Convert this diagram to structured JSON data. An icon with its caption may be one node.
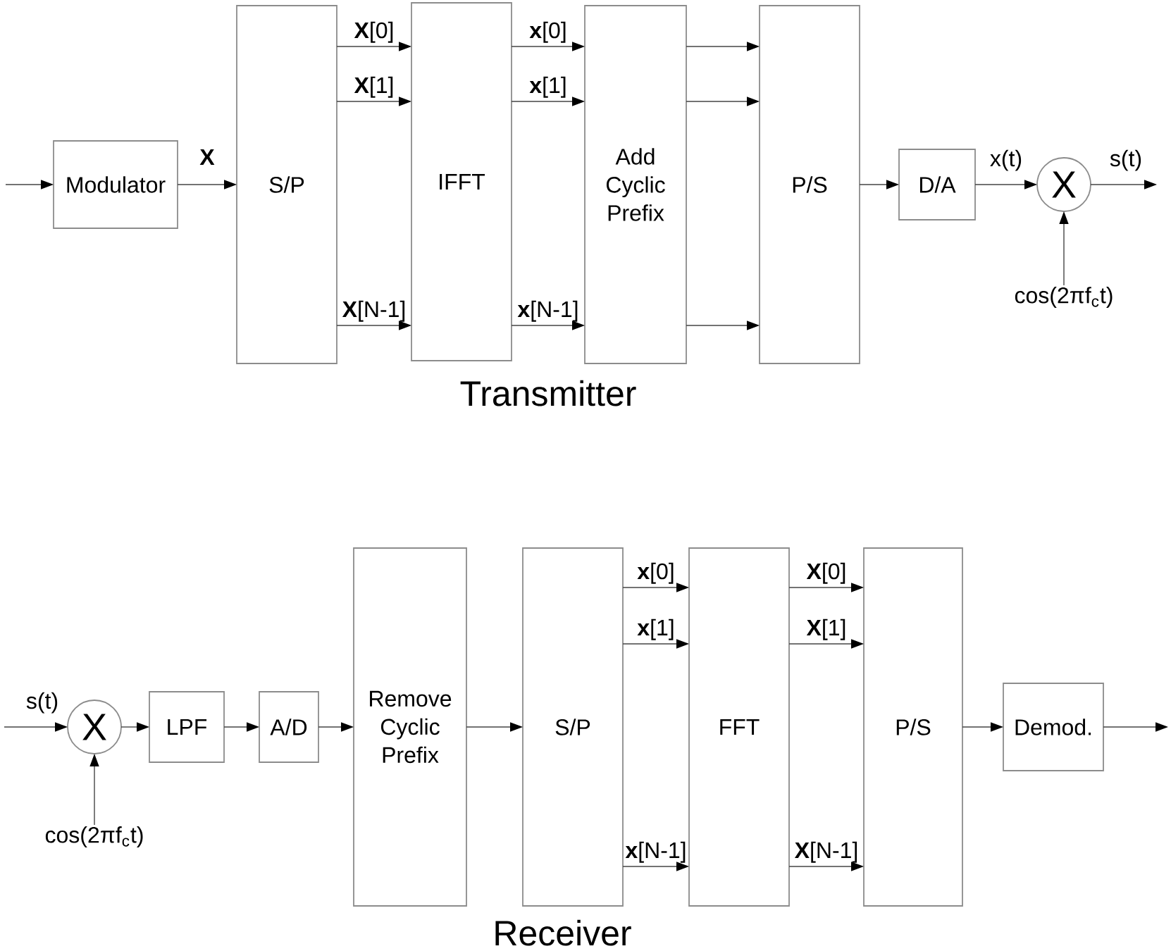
{
  "diagram": {
    "nodes": [
      {
        "text": [
          "Modulator"
        ]
      },
      {
        "text": [
          "S/P"
        ]
      },
      {
        "text": [
          "IFFT"
        ]
      },
      {
        "text": [
          "Add Cyclic Prefix"
        ]
      },
      {
        "text": [
          "P/S"
        ]
      },
      {
        "text": [
          "D/A"
        ]
      },
      {
        "text": [
          "X"
        ]
      },
      {
        "text": [
          "cos(2πf$_{c}$t)"
        ]
      },
      {
        "text": [
          "X"
        ]
      },
      {
        "text": [
          "cos(2πf$_{c}$t)"
        ]
      },
      {
        "text": [
          "LPF"
        ]
      },
      {
        "text": [
          "A/D"
        ]
      },
      {
        "text": [
          "Remove Cyclic Prefix"
        ]
      },
      {
        "text": [
          "S/P"
        ]
      },
      {
        "text": [
          "FFT"
        ]
      },
      {
        "text": [
          "P/S"
        ]
      },
      {
        "text": [
          "Demod."
        ]
      }
    ],
    "edges": [
      {
        "from": null,
        "to": 0,
        "arrow": "to"
      },
      {
        "from": 0,
        "to": 1,
        "arrow": "to",
        "label": "X"
      },
      {
        "from": 1,
        "to": 2,
        "arrow": "to",
        "label": "**X**[0]"
      },
      {
        "from": 1,
        "to": 2,
        "arrow": "to",
        "label": "**X**[1]"
      },
      {
        "from": 1,
        "to": 2,
        "arrow": "to",
        "label": "**X**[N-1]"
      },
      {
        "from": 2,
        "to": 3,
        "arrow": "to",
        "label": "**x**[0]"
      },
      {
        "from": 2,
        "to": 3,
        "arrow": "to",
        "label": "**x**[1]"
      },
      {
        "from": 2,
        "to": 3,
        "arrow": "to",
        "label": "**x**[N-1]"
      },
      {
        "from": 3,
        "to": 4,
        "arrow": "to"
      },
      {
        "from": 3,
        "to": 4,
        "arrow": "to"
      },
      {
        "from": 3,
        "to": 4,
        "arrow": "to"
      },
      {
        "from": 4,
        "to": 5,
        "arrow": "to"
      },
      {
        "from": 5,
        "to": 6,
        "arrow": "to",
        "label": "x(t)"
      },
      {
        "from": 6,
        "to": null,
        "arrow": "to",
        "label": "s(t)"
      },
      {
        "from": 7,
        "to": 6,
        "arrow": "to"
      },
      {
        "from": null,
        "to": 8,
        "arrow": "to",
        "label": "s(t)"
      },
      {
        "from": 9,
        "to": 8,
        "arrow": "to"
      },
      {
        "from": 8,
        "to": 10,
        "arrow": "to"
      },
      {
        "from": 10,
        "to": 11,
        "arrow": "to"
      },
      {
        "from": 11,
        "to": 12,
        "arrow": "to"
      },
      {
        "from": 12,
        "to": 13,
        "arrow": "to"
      },
      {
        "from": 13,
        "to": 14,
        "arrow": "to",
        "label": "**x**[0]"
      },
      {
        "from": 13,
        "to": 14,
        "arrow": "to",
        "label": "**x**[1]"
      },
      {
        "from": 13,
        "to": 14,
        "arrow": "to",
        "label": "**x**[N-1]"
      },
      {
        "from": 14,
        "to": 15,
        "arrow": "to",
        "label": "**X**[0]"
      },
      {
        "from": 14,
        "to": 15,
        "arrow": "to",
        "label": "**X**[1]"
      },
      {
        "from": 14,
        "to": 15,
        "arrow": "to",
        "label": "**X**[N-1]"
      },
      {
        "from": 15,
        "to": 16,
        "arrow": "to"
      },
      {
        "from": 16,
        "to": null,
        "arrow": "to"
      }
    ],
    "labels": [
      "Transmitter",
      "Receiver"
    ]
  }
}
